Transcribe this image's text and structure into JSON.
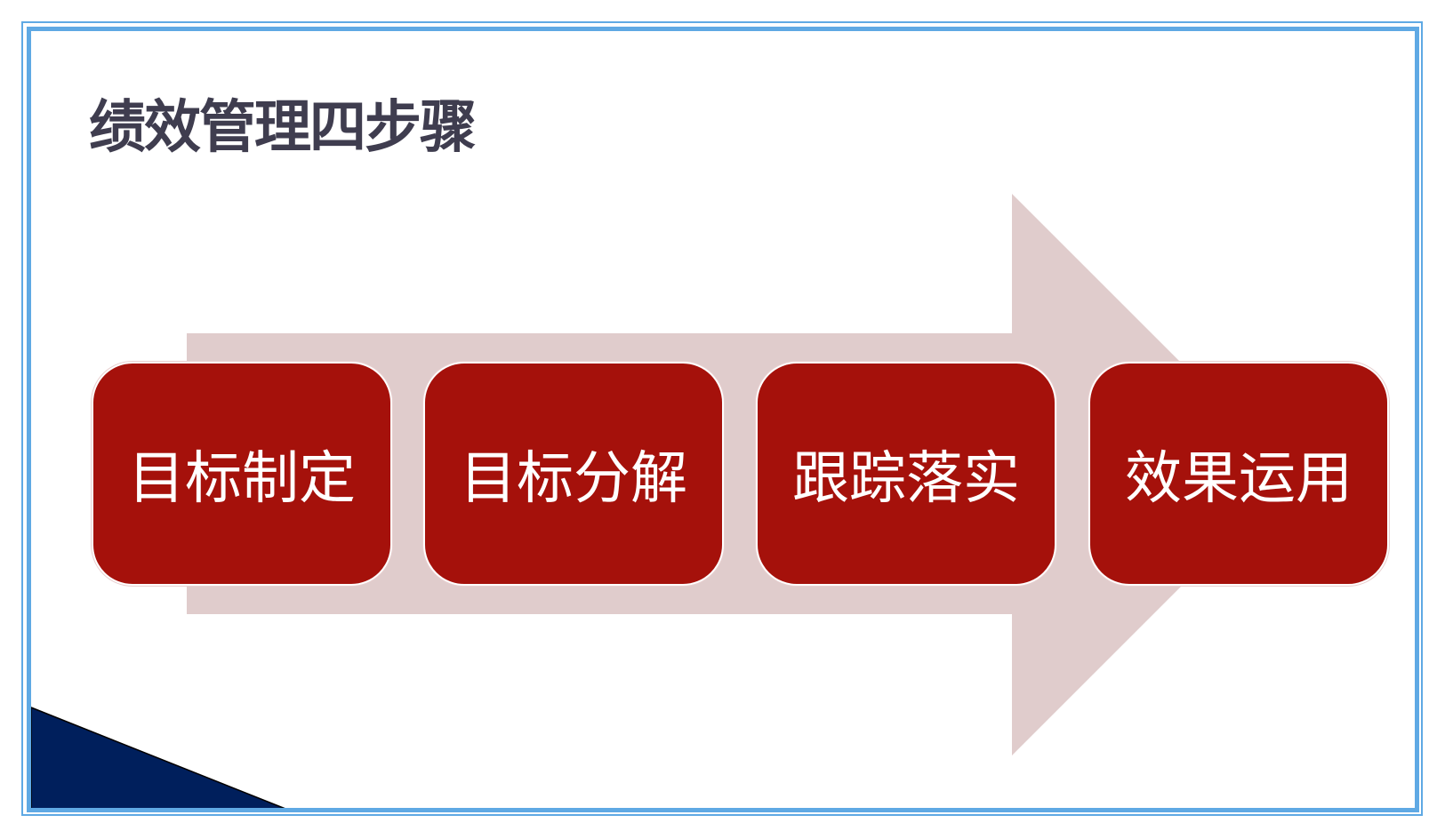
{
  "title": "绩效管理四步骤",
  "steps": [
    {
      "label": "目标制定"
    },
    {
      "label": "目标分解"
    },
    {
      "label": "跟踪落实"
    },
    {
      "label": "效果运用"
    }
  ],
  "colors": {
    "border": "#5fa9e4",
    "arrow": "#e0cccc",
    "step": "#a5110b",
    "corner": "#001f5c",
    "title": "#3f3d4f"
  }
}
